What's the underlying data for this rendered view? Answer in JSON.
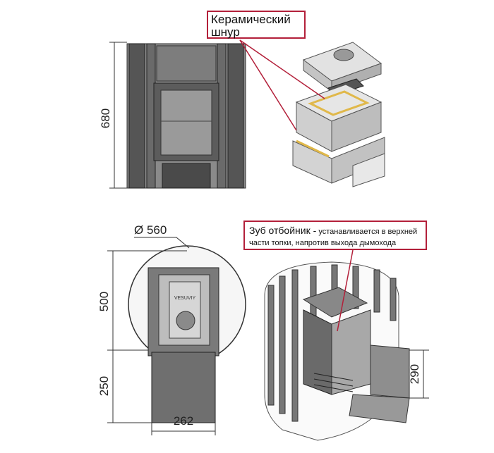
{
  "callouts": {
    "ceramic_cord": {
      "line1": "Керамический",
      "line2": "шнур"
    },
    "deflector": {
      "title": "Зуб отбойник -",
      "text1": " устанавливается в верхней",
      "text2": "части топки, напротив выхода дымохода"
    }
  },
  "dimensions": {
    "height_total": "680",
    "diameter": "Ø 560",
    "depth_body": "500",
    "depth_tunnel": "250",
    "width_tunnel": "262",
    "tunnel_height": "290"
  },
  "logo_text": "VESUVIY",
  "colors": {
    "accent": "#b3203a",
    "metal": "#6e6e6e",
    "dark": "#3c3c3c",
    "light": "#d8d8d8",
    "cord": "#e0b84a"
  }
}
